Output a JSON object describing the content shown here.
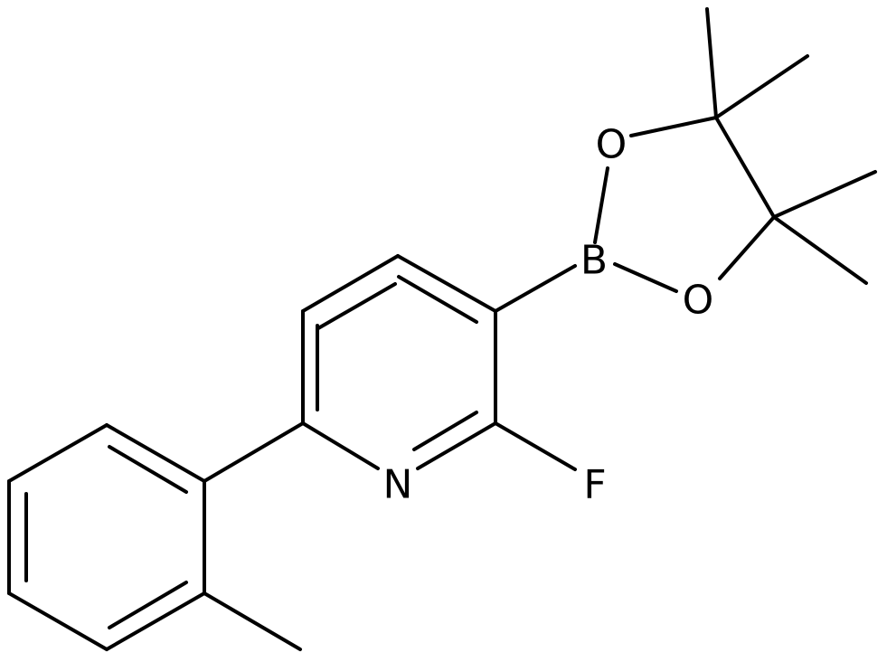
{
  "structure": {
    "atoms": {
      "boron": "B",
      "oxygen_upper": "O",
      "oxygen_lower": "O",
      "nitrogen": "N",
      "fluorine": "F"
    }
  }
}
